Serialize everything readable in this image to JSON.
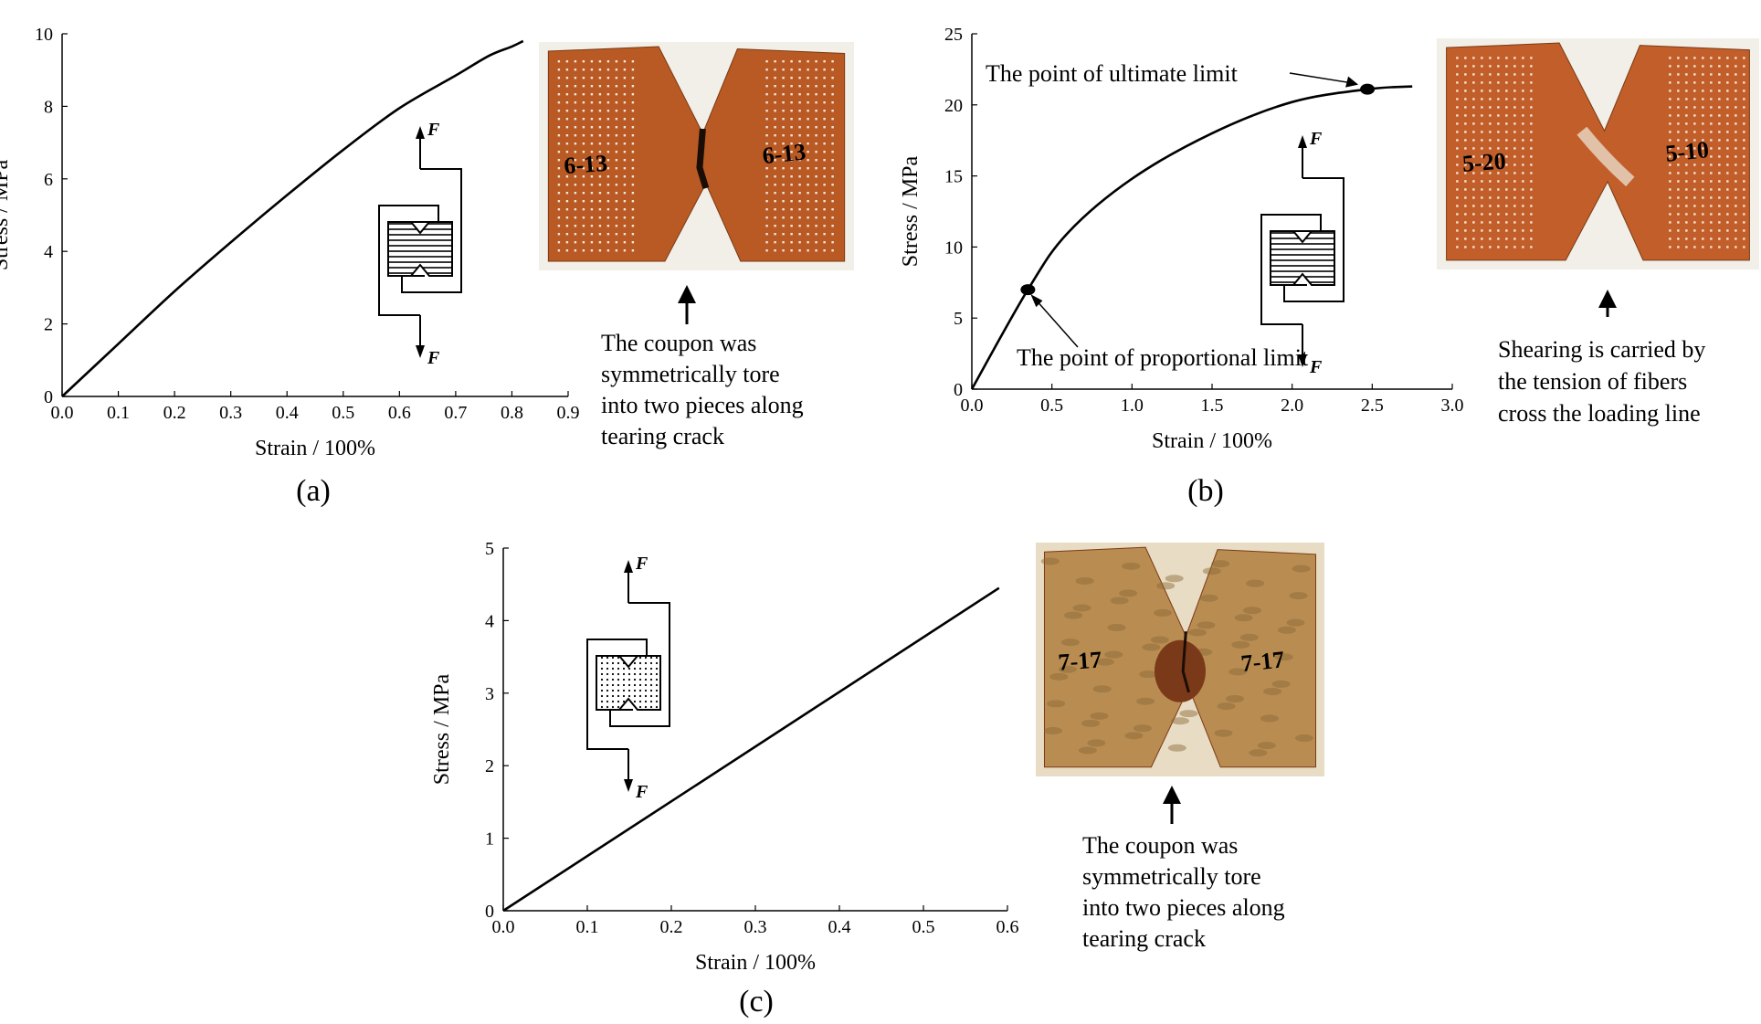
{
  "chart_data": [
    {
      "type": "line",
      "panel": "(a)",
      "xlabel": "Strain / 100%",
      "ylabel": "Stress / MPa",
      "xlim": [
        0,
        0.9
      ],
      "ylim": [
        0,
        10
      ],
      "xticks": [
        "0.0",
        "0.1",
        "0.2",
        "0.3",
        "0.4",
        "0.5",
        "0.6",
        "0.7",
        "0.8",
        "0.9"
      ],
      "yticks": [
        "0",
        "2",
        "4",
        "6",
        "8",
        "10"
      ],
      "series": [
        {
          "x": [
            0,
            0.1,
            0.2,
            0.3,
            0.4,
            0.5,
            0.6,
            0.7,
            0.76,
            0.8,
            0.82
          ],
          "y": [
            0,
            1.45,
            2.9,
            4.25,
            5.55,
            6.8,
            7.95,
            8.85,
            9.4,
            9.65,
            9.8
          ]
        }
      ],
      "force_label": "F",
      "annotation": [
        "The coupon was",
        "symmetrically tore",
        "into two pieces along",
        "tearing crack"
      ],
      "photo_labels": [
        "6-13",
        "6-13"
      ]
    },
    {
      "type": "line",
      "panel": "(b)",
      "xlabel": "Strain / 100%",
      "ylabel": "Stress / MPa",
      "xlim": [
        0,
        3.0
      ],
      "ylim": [
        0,
        25
      ],
      "xticks": [
        "0.0",
        "0.5",
        "1.0",
        "1.5",
        "2.0",
        "2.5",
        "3.0"
      ],
      "yticks": [
        "0",
        "5",
        "10",
        "15",
        "20",
        "25"
      ],
      "series": [
        {
          "x": [
            0,
            0.35,
            0.6,
            1.0,
            1.5,
            2.0,
            2.47,
            2.75
          ],
          "y": [
            0,
            7.0,
            11.0,
            14.8,
            18.0,
            20.2,
            21.1,
            21.3
          ]
        }
      ],
      "points": [
        {
          "x": 0.35,
          "y": 7.0,
          "label": "The point of proportional limit"
        },
        {
          "x": 2.47,
          "y": 21.1,
          "label": "The point of ultimate limit"
        }
      ],
      "force_label": "F",
      "annotation": [
        "Shearing is carried by",
        "the tension of fibers",
        "cross the loading line"
      ],
      "photo_labels": [
        "5-20",
        "5-10"
      ]
    },
    {
      "type": "line",
      "panel": "(c)",
      "xlabel": "Strain / 100%",
      "ylabel": "Stress / MPa",
      "xlim": [
        0,
        0.6
      ],
      "ylim": [
        0,
        5
      ],
      "xticks": [
        "0.0",
        "0.1",
        "0.2",
        "0.3",
        "0.4",
        "0.5",
        "0.6"
      ],
      "yticks": [
        "0",
        "1",
        "2",
        "3",
        "4",
        "5"
      ],
      "series": [
        {
          "x": [
            0,
            0.59
          ],
          "y": [
            0,
            4.45
          ]
        }
      ],
      "force_label": "F",
      "annotation": [
        "The coupon was",
        "symmetrically tore",
        "into two pieces along",
        "tearing crack"
      ],
      "photo_labels": [
        "7-17",
        "7-17"
      ]
    }
  ]
}
